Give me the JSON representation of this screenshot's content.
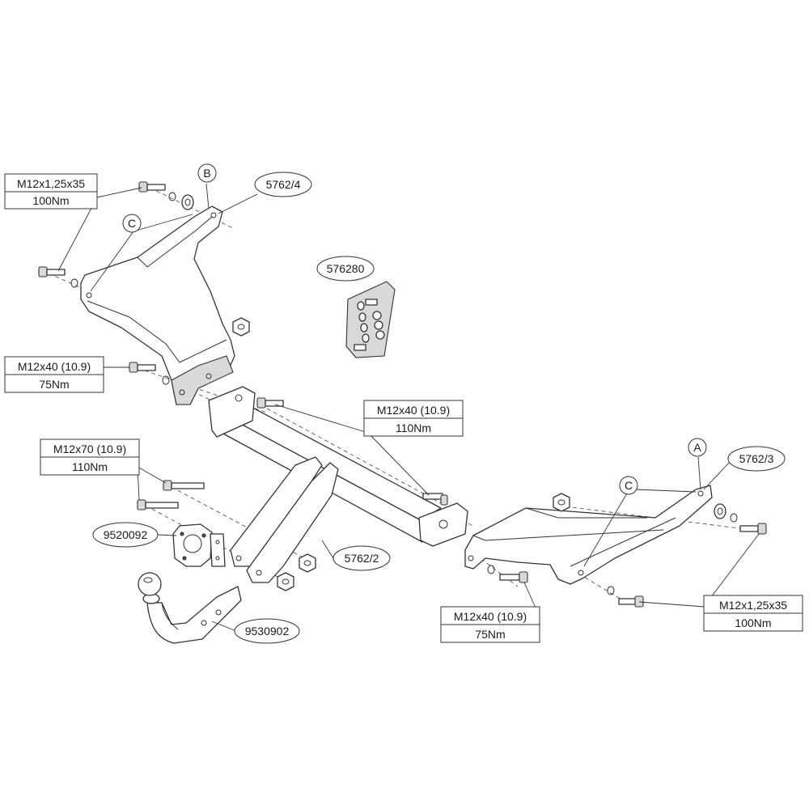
{
  "diagram": {
    "spec_boxes": [
      {
        "id": "spec-top-left",
        "size": "M12x1,25x35",
        "torque": "100Nm"
      },
      {
        "id": "spec-mid-left",
        "size": "M12x40 (10.9)",
        "torque": "75Nm"
      },
      {
        "id": "spec-center",
        "size": "M12x40 (10.9)",
        "torque": "110Nm"
      },
      {
        "id": "spec-lower-left",
        "size": "M12x70 (10.9)",
        "torque": "110Nm"
      },
      {
        "id": "spec-bottom-center",
        "size": "M12x40 (10.9)",
        "torque": "75Nm"
      },
      {
        "id": "spec-bottom-right",
        "size": "M12x1,25x35",
        "torque": "100Nm"
      }
    ],
    "part_labels": [
      {
        "id": "part-5762-4",
        "text": "5762/4"
      },
      {
        "id": "part-576280",
        "text": "576280"
      },
      {
        "id": "part-5762-3",
        "text": "5762/3"
      },
      {
        "id": "part-9520092",
        "text": "9520092"
      },
      {
        "id": "part-5762-2",
        "text": "5762/2"
      },
      {
        "id": "part-9530902",
        "text": "9530902"
      }
    ],
    "point_markers": [
      {
        "id": "marker-b",
        "text": "B"
      },
      {
        "id": "marker-c-left",
        "text": "C"
      },
      {
        "id": "marker-a",
        "text": "A"
      },
      {
        "id": "marker-c-right",
        "text": "C"
      }
    ]
  }
}
